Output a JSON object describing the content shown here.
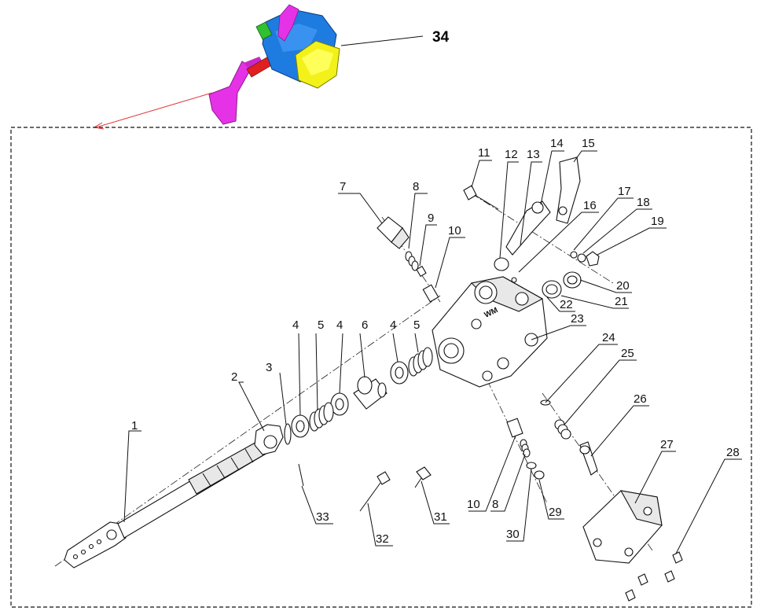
{
  "assembly": {
    "callout": "34",
    "colors": {
      "body": "#1e7be0",
      "cover": "#f2f21a",
      "lever": "#e632e6",
      "rod": "#e02020",
      "knob": "#30c030",
      "leader": "#e03030"
    }
  },
  "callouts": {
    "c1": "1",
    "c2": "2",
    "c3": "3",
    "c4a": "4",
    "c4b": "4",
    "c4c": "4",
    "c5a": "5",
    "c5b": "5",
    "c6": "6",
    "c7": "7",
    "c8a": "8",
    "c8b": "8",
    "c9": "9",
    "c10a": "10",
    "c10b": "10",
    "c11": "11",
    "c12": "12",
    "c13": "13",
    "c14": "14",
    "c15": "15",
    "c16": "16",
    "c17": "17",
    "c18": "18",
    "c19": "19",
    "c20": "20",
    "c21": "21",
    "c22": "22",
    "c23": "23",
    "c24": "24",
    "c25": "25",
    "c26": "26",
    "c27": "27",
    "c28": "28",
    "c29": "29",
    "c30": "30",
    "c31": "31",
    "c32": "32",
    "c33": "33"
  },
  "body_mark": "WM"
}
